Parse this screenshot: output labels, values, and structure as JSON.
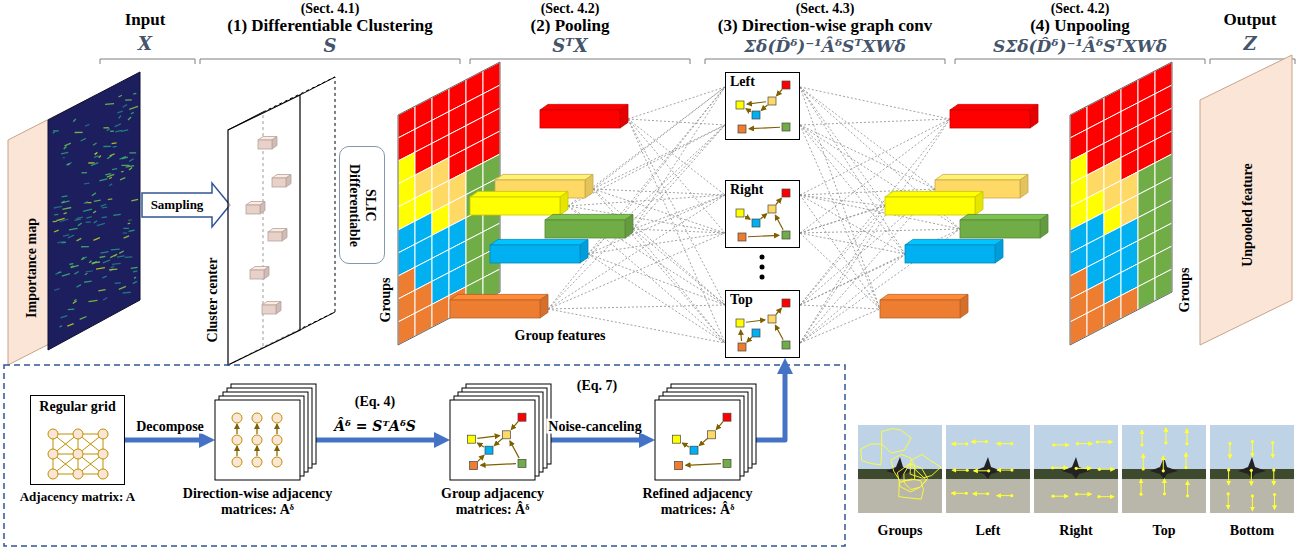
{
  "diagram": {
    "nodes": [
      {
        "text": [
          "Differentiable SLIC"
        ]
      },
      {
        "text": [
          "Left"
        ]
      },
      {
        "text": [
          "Right"
        ]
      },
      {
        "text": [
          "Top"
        ]
      },
      {
        "text": [
          "Regular grid",
          "Adjacency matrix: A"
        ]
      },
      {
        "text": [
          "Direction-wise adjacency matrices: Aᵟ"
        ]
      },
      {
        "text": [
          "Group adjacency matrices: Âᵟ"
        ]
      },
      {
        "text": [
          "Refined adjacency matrices: Âᵟ"
        ]
      }
    ],
    "edges": [
      {
        "from": 4,
        "to": 5,
        "arrow": "to",
        "label": "Decompose"
      },
      {
        "from": 5,
        "to": 6,
        "arrow": "to",
        "label": "Âᵟ = SᵀAᵟS"
      },
      {
        "from": 6,
        "to": 7,
        "arrow": "to",
        "label": "Noise-canceling"
      },
      {
        "from": 7,
        "to": 3,
        "arrow": "to"
      }
    ],
    "labels": [
      "Input",
      "X",
      "(Sect. 4.1)",
      "(1) Differentiable Clustering",
      "S",
      "(Sect. 4.2)",
      "(2) Pooling",
      "SᵀX",
      "(Sect. 4.3)",
      "(3) Direction-wise graph conv",
      "Σδ(D̂ᵟ)⁻¹ÂᵟSᵀXWδ",
      "(Sect. 4.2)",
      "(4) Unpooling",
      "SΣδ(D̂ᵟ)⁻¹ÂᵟSᵀXWδ",
      "Output",
      "Z",
      "Importance map",
      "Sampling",
      "Cluster center",
      "Groups",
      "Group features",
      "Groups",
      "Unpooled feature",
      "(Eq. 4)",
      "(Eq. 7)",
      "Groups",
      "Left",
      "Right",
      "Top",
      "Bottom"
    ]
  }
}
